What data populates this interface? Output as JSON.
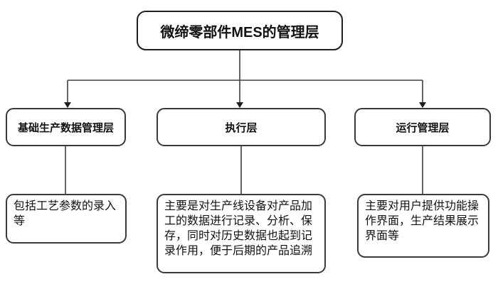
{
  "diagram": {
    "root": {
      "label": "微缔零部件MES的管理层"
    },
    "layers": [
      {
        "id": "basic-production-data",
        "label": "基础生产数据管理层",
        "description": "包括工艺参数的录入等"
      },
      {
        "id": "execution",
        "label": "执行层",
        "description": "主要是对生产线设备对产品加工的数据进行记录、分析、保存，同时对历史数据也起到记录作用，便于后期的产品追溯"
      },
      {
        "id": "operation-management",
        "label": "运行管理层",
        "description": "主要对用户提供功能操作界面，生产结果展示界面等"
      }
    ],
    "colors": {
      "background": "#ffffff",
      "node_border": "#3a3a3a",
      "root_border": "#1f1f1f",
      "connector": "#404040",
      "text": "#111111"
    }
  }
}
